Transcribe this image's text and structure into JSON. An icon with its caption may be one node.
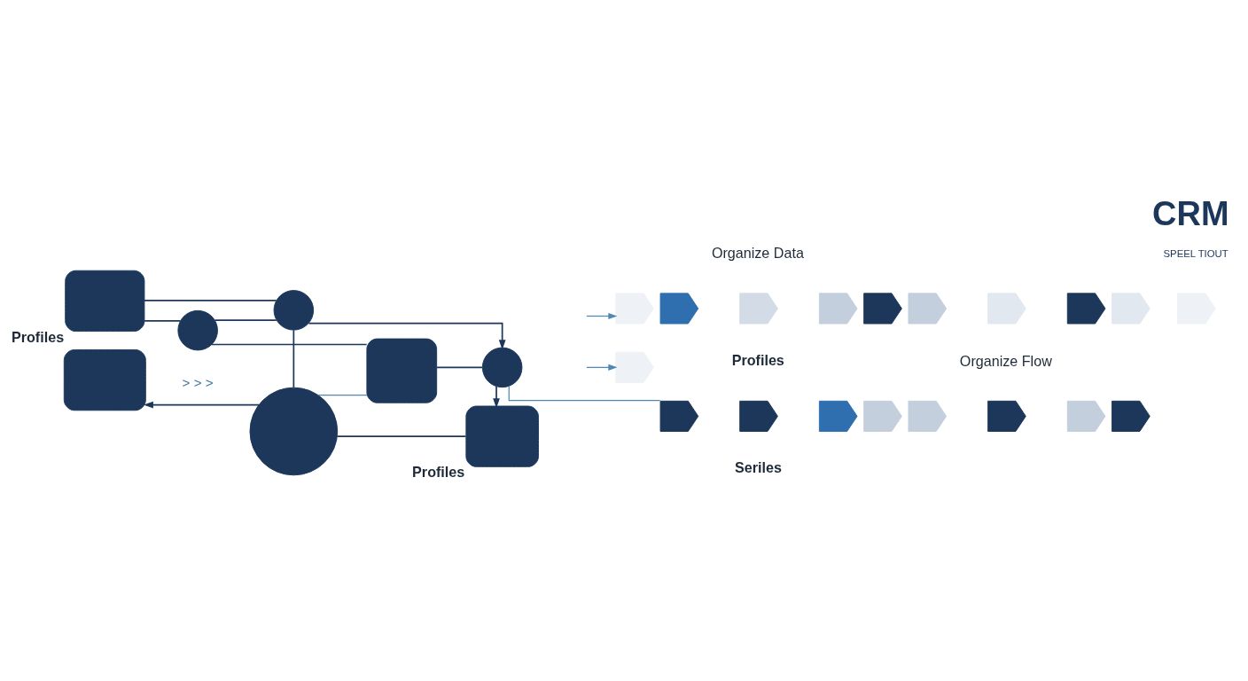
{
  "diagram": {
    "title": "CRM",
    "nodes": [
      {
        "text": [],
        "shape": "box",
        "beside": [
          "Profiles"
        ]
      },
      {
        "text": [],
        "shape": "box"
      },
      {
        "text": [],
        "shape": "circle"
      },
      {
        "text": [],
        "shape": "circle"
      },
      {
        "text": [],
        "shape": "box"
      },
      {
        "text": [],
        "shape": "circle"
      },
      {
        "text": [],
        "shape": "circle"
      },
      {
        "text": [],
        "shape": "box",
        "beside": [
          "Profiles"
        ]
      },
      {
        "text": [],
        "shape": "chevron"
      },
      {
        "text": [],
        "shape": "chevron"
      },
      {
        "text": [],
        "shape": "chevron"
      },
      {
        "text": [],
        "shape": "chevron"
      },
      {
        "text": [],
        "shape": "chevron"
      },
      {
        "text": [],
        "shape": "chevron"
      },
      {
        "text": [],
        "shape": "chevron"
      },
      {
        "text": [],
        "shape": "chevron"
      },
      {
        "text": [],
        "shape": "chevron"
      },
      {
        "text": [],
        "shape": "chevron"
      },
      {
        "text": [],
        "shape": "chevron"
      },
      {
        "text": [],
        "shape": "chevron"
      },
      {
        "text": [],
        "shape": "chevron"
      },
      {
        "text": [],
        "shape": "chevron"
      },
      {
        "text": [],
        "shape": "chevron"
      },
      {
        "text": [],
        "shape": "chevron"
      },
      {
        "text": [],
        "shape": "chevron"
      },
      {
        "text": [],
        "shape": "chevron"
      },
      {
        "text": [],
        "shape": "chevron"
      }
    ],
    "edges": [
      {
        "from": 0,
        "to": 2,
        "arrow": "none"
      },
      {
        "from": 0,
        "to": 3,
        "arrow": "none"
      },
      {
        "from": 3,
        "to": 2,
        "arrow": "none"
      },
      {
        "from": 2,
        "to": 5,
        "arrow": "to"
      },
      {
        "from": 3,
        "to": 4,
        "arrow": "none"
      },
      {
        "from": 4,
        "to": 5,
        "arrow": "none"
      },
      {
        "from": 2,
        "to": 6,
        "arrow": "none"
      },
      {
        "from": 6,
        "to": 1,
        "arrow": "to"
      },
      {
        "from": 6,
        "to": 7,
        "arrow": "none"
      },
      {
        "from": 6,
        "to": 4,
        "arrow": "none",
        "color": "#4f88b5"
      },
      {
        "from": 5,
        "to": 7,
        "arrow": "to"
      },
      {
        "from": 5,
        "to": 19,
        "arrow": "none",
        "color": "#4f88b5"
      },
      {
        "from": null,
        "to": 8,
        "arrow": "to",
        "color": "#4f88b5"
      },
      {
        "from": null,
        "to": 18,
        "arrow": "to",
        "color": "#4f88b5"
      }
    ],
    "labels": [
      "SPEEL TIOUT",
      "Organize Data",
      "Profiles",
      "Organize Flow",
      "> > >",
      "Seriles"
    ]
  }
}
